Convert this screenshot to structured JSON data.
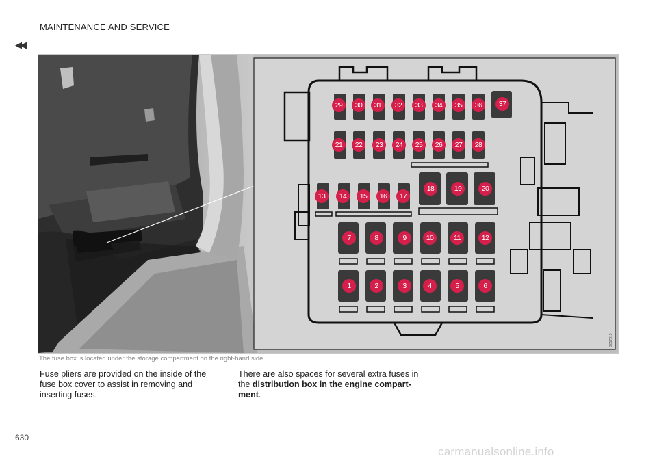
{
  "header": {
    "section_title": "MAINTENANCE AND SERVICE"
  },
  "nav": {
    "back_symbol": "◀◀"
  },
  "figure": {
    "image_code": "G057315",
    "caption": "The fuse box is located under the storage compartment on the right-hand side.",
    "fuse_labels": {
      "row_top": [
        "29",
        "30",
        "31",
        "32",
        "33",
        "34",
        "35",
        "36",
        "37"
      ],
      "row_second": [
        "21",
        "22",
        "23",
        "24",
        "25",
        "26",
        "27",
        "28"
      ],
      "row_mid_small": [
        "13",
        "14",
        "15",
        "16",
        "17"
      ],
      "row_mid_large": [
        "18",
        "19",
        "20"
      ],
      "row_upper_large": [
        "7",
        "8",
        "9",
        "10",
        "11",
        "12"
      ],
      "row_lower_large": [
        "1",
        "2",
        "3",
        "4",
        "5",
        "6"
      ]
    }
  },
  "body": {
    "col1_text": "Fuse pliers are provided on the inside of the fuse box cover to assist in removing and inserting fuses.",
    "col2_text_prefix": "There are also spaces for several extra fuses in the ",
    "col2_bold": "distribution box in the engine compart-ment",
    "col2_suffix": "."
  },
  "footer": {
    "page_number": "630"
  },
  "watermark": {
    "text": "carmanualsonline.info"
  },
  "colors": {
    "accent_red": "#d4204a",
    "fuse_dark": "#3a3a3a",
    "panel_bg": "#d4d4d4"
  }
}
